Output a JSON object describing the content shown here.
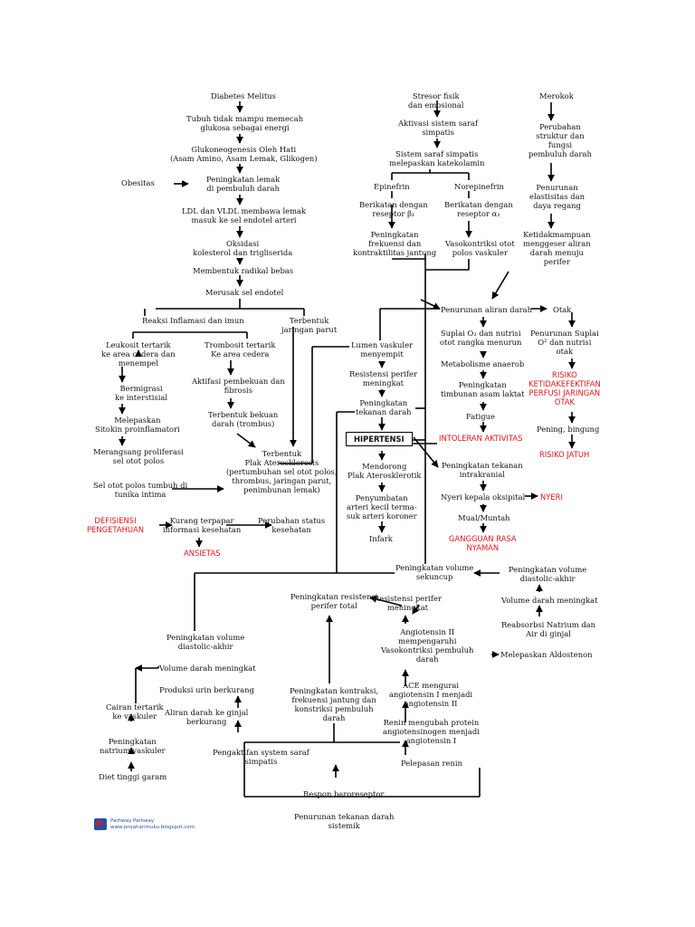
{
  "nodes": {
    "dm": "Diabetes Melitus",
    "tubuh": "Tubuh tidak mampu memecah\nglukosa sebagai energi",
    "gluko": "Glukoneogenesis Oleh Hati\n(Asam Amino, Asam Lemak, Glikogen)",
    "obes": "Obesitas",
    "lemak": "Peningkatan lemak\ndi pembuluh darah",
    "ldl": "LDL dan VLDL membawa lemak\nmasuk ke sel endotel arteri",
    "oksidasi": "Oksidasi\nkolesterol dan trigliserida",
    "radikal": "Membentuk radikal bebas",
    "merusak": "Merusak sel endotel",
    "inflamasi": "Reaksi Inflamasi dan imun",
    "parut": "Terbentuk\njaringan parut",
    "leukosit": "Leukosit tertarik\nke area cedera dan\nmenempel",
    "trombosit": "Trombosit tertarik\nKe area cedera",
    "bermigrasi": "Bermigrasi\nke interstisial",
    "aktifasi": "Aktifasi pembekuan dan\nfibrosis",
    "sitokin": "Melepaskan\nSitokin proinflamatori",
    "bekuan": "Terbentuk bekuan\ndarah (trombus)",
    "prolif": "Merangsang proliferasi\nsel otot polos",
    "plak": "Terbentuk\nPlak Aterosklerosis\n(pertumbuhan sel otot polos,\nthrombus, jaringan parut,\npenimbunan lemak)",
    "tunika": "Sel otot polos tumbuh di\ntunika intima",
    "defisiensi": "DEFISIENSI\nPENGETAHUAN",
    "kurang": "Kurang terpapar\ninformasi kesehatan",
    "perubahan_status": "Perubahan status\nkesehatan",
    "ansietas": "ANSIETAS",
    "stresor": "Stresor fisik\ndan emosional",
    "aktivasi_simpatis": "Aktivasi sistem saraf\nsimpatis",
    "simpatis_kat": "Sistem saraf simpatis\nmelepaskan katekolamin",
    "epinefrin": "Epinefrin",
    "norepi": "Norepinefrin",
    "ikat_b": "Berikatan dengan\nreseptor β₁",
    "ikat_a": "Berikatan dengan\nreseptor α₁",
    "frek": "Peningkatan\nfrekuensi dan\nkontraktilitas jantung",
    "vasokon": "Vasokontriksi otot\npolos vaskuler",
    "merokok": "Merokok",
    "struktur": "Perubahan\nstruktur dan\nfungsi\npembuluh darah",
    "elastis": "Penurunan\nelastisitas dan\ndaya regang",
    "ketidak": "Ketidakmampuan\nmenggeser aliran\ndarah menuju\nperifer",
    "penurunan_aliran": "Penurunan aliran darah",
    "otak": "Otak",
    "lumen": "Lumen vaskuler\nmenyempit",
    "suplai": "Suplai O₂ dan nutrisi\notot rangka menurun",
    "suplai_otak": "Penurunan Suplai\nO² dan nutrisi\notak",
    "resist1": "Resistensi perifer\nmeningkat",
    "metab": "Metabolisme anaerob",
    "risiko_ketidak": "RISIKO\nKETIDAKEFEKTIFAN\nPERFUSI JARINGAN\nOTAK",
    "tekanan": "Peningkatan\ntekanan darah",
    "laktat": "Peningkatan\ntimbunan asam laktat",
    "pening": "Pening, bingung",
    "fatigue": "Fatigue",
    "intoleran": "INTOLERAN AKTIVITAS",
    "hipertensi": "HIPERTENSI",
    "risiko_jatuh": "RISIKO JATUH",
    "mendorong": "Mendorong\nPlak Aterosklerotik",
    "tik": "Peningkatan tekanan\nintrakranial",
    "sumbat": "Penyumbatan\narteri kecil terma-\nsuk arteri koroner",
    "nyeri_kepala": "Nyeri kepala oksipital",
    "nyeri": "NYERI",
    "mual": "Mual/Muntah",
    "infark": "Infark",
    "gangguan": "GANGGUAN RASA\nNYAMAN",
    "volume_sekuncup": "Peningkatan volume\nsekuncup",
    "vol_diast_kanan": "Peningkatan volume\ndiastolic-akhir",
    "resist_total": "Peningkatan resistensi\nperifer total",
    "resist2": "Resistensi perifer\nmeningkat",
    "vol_meningkat_kanan": "Volume darah meningkat",
    "angio2": "Angiotensin II\nmempengaruhi\nVasokontriksi pembuluh\ndarah",
    "reabsorbsi": "Reabsorbsi Natrium dan\nAir di ginjal",
    "aldosteron": "Melepaskan Aldostenon",
    "vol_diast_kiri": "Peningkatan volume\ndiastolic-akhir",
    "vol_meningkat_kiri": "Volume darah meningkat",
    "urin": "Produksi urin berkurang",
    "ace": "ACE mengurai\nangiotensin I menjadi\nangiotensin II",
    "kontraksi": "Peningkatan kontraksi,\nfrekuensi jantung dan\nkonstriksi pembuluh\ndarah",
    "cairan": "Cairan tertarik\nke vaskuler",
    "aliran_ginjal": "Aliran darah ke ginjal\nberkurang",
    "renin_ubah": "Renin mengubah protein\nangiotensinogen menjadi\nangiotensin I",
    "natrium": "Peningkatan\nnatrium vaskuler",
    "pengaktifan": "Pengaktifan system saraf\nsimpatis",
    "pelepasan_renin": "Pelepasan renin",
    "diet": "Diet tinggi garam",
    "baroreseptor": "Respon baroreseptor",
    "penurunan_td": "Penurunan tekanan darah\nsistemik"
  },
  "footer": {
    "brand": "Pathway Pathway",
    "url": "www.jenjaharimuku.blogspot.com"
  },
  "colors": {
    "text": "#111111",
    "diagnosis": "#e0161b",
    "line": "#000000"
  }
}
